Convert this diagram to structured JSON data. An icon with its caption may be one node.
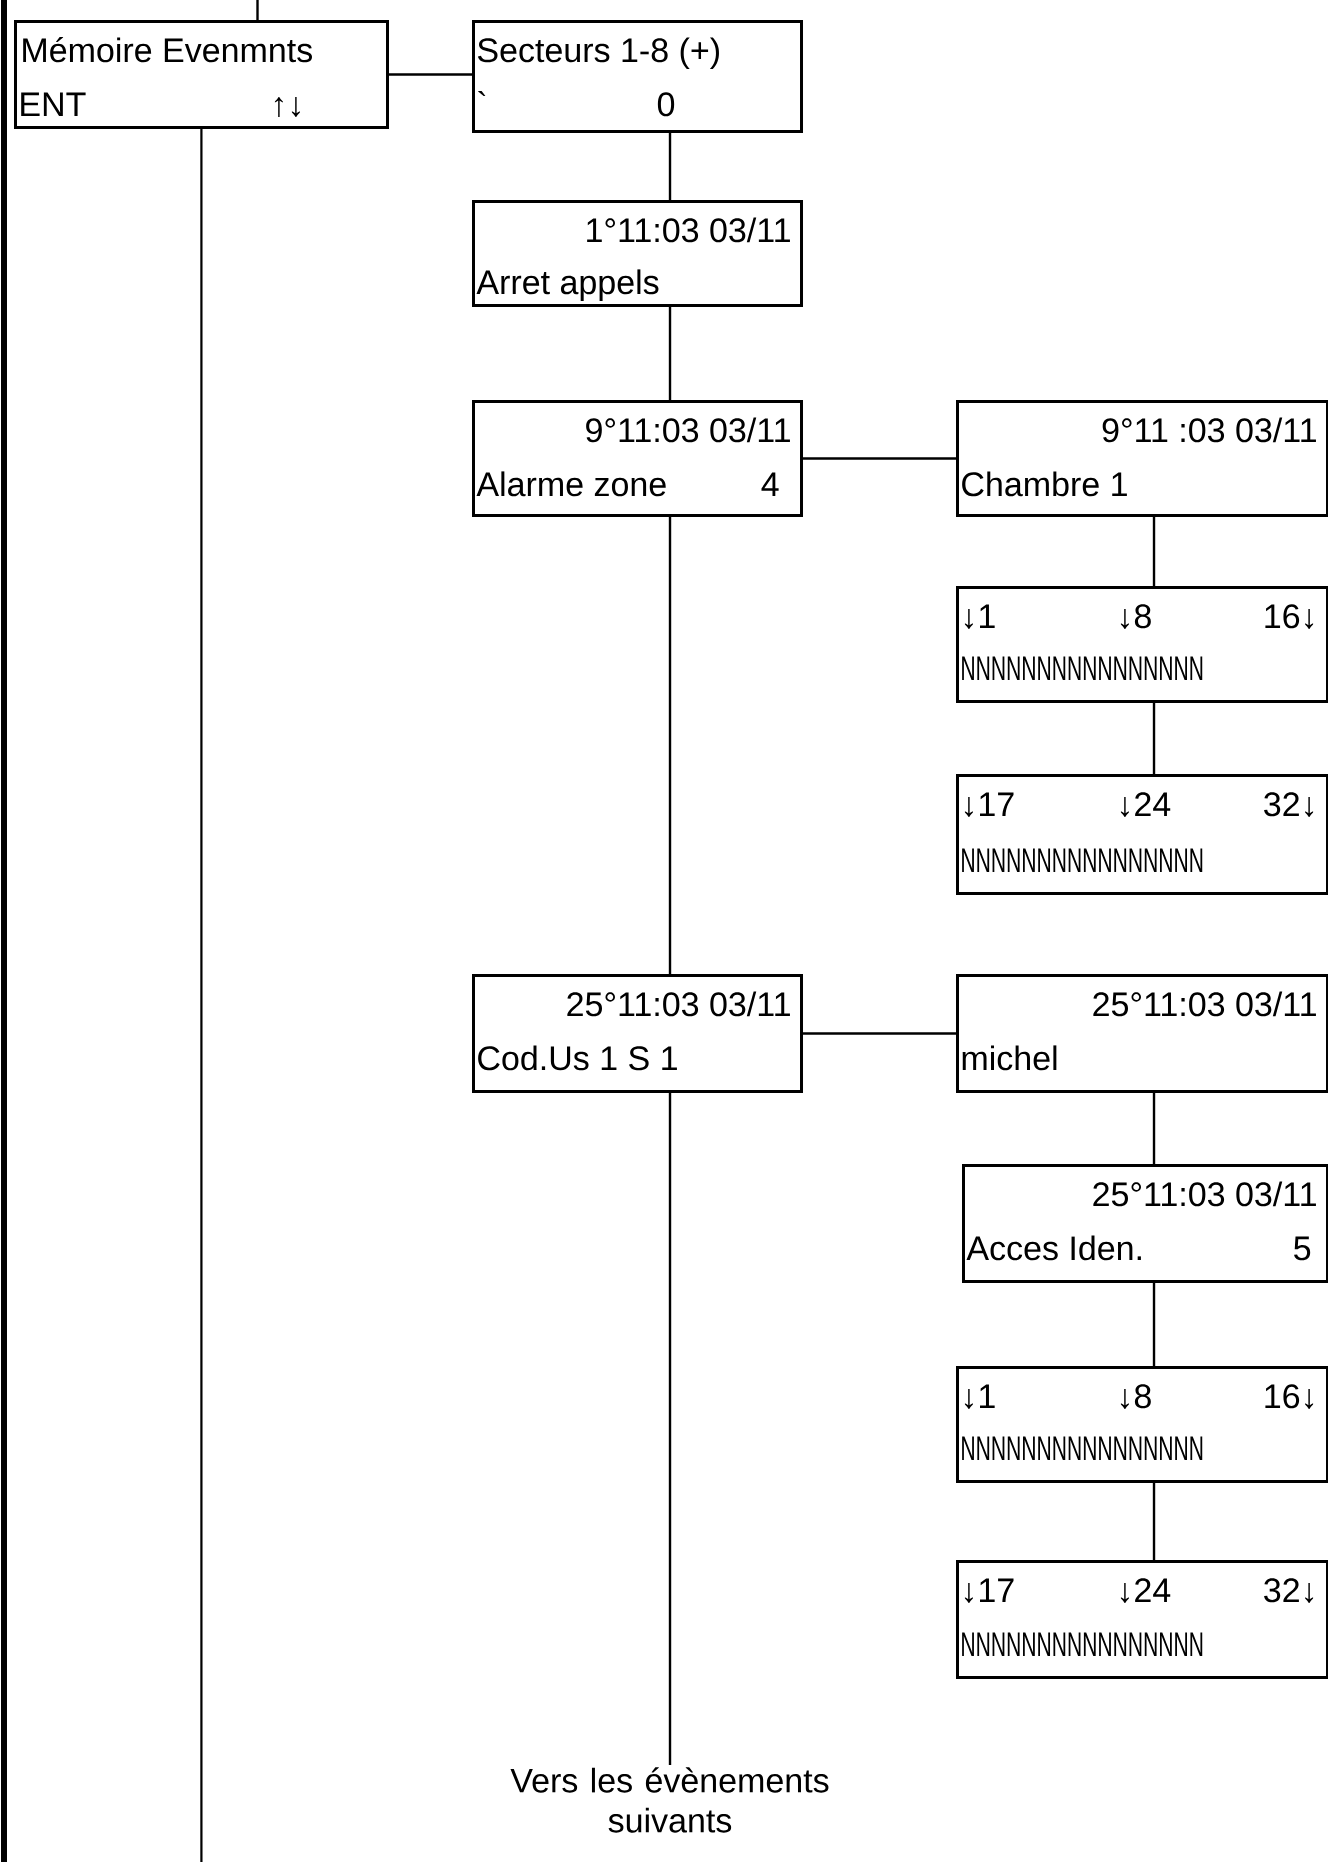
{
  "diagram": {
    "nodes": [
      {
        "text": [
          "Mémoire Evenmnts",
          "ENT",
          "↑↓"
        ]
      },
      {
        "text": [
          "Secteurs 1-8 (+)",
          "`",
          "0"
        ]
      },
      {
        "text": [
          "1°11:03 03/11",
          "Arret appels"
        ]
      },
      {
        "text": [
          "9°11:03 03/11",
          "Alarme zone",
          "4"
        ]
      },
      {
        "text": [
          "9°11 :03 03/11",
          "Chambre 1"
        ]
      },
      {
        "text": [
          "↓1",
          "↓8",
          "16↓",
          "NNNNNNNNNNNNNNNN"
        ]
      },
      {
        "text": [
          "↓17",
          "↓24",
          "32↓",
          "NNNNNNNNNNNNNNNN"
        ]
      },
      {
        "text": [
          "25°11:03 03/11",
          "Cod.Us 1 S 1"
        ]
      },
      {
        "text": [
          "25°11:03 03/11",
          "michel"
        ]
      },
      {
        "text": [
          "25°11:03 03/11",
          "Acces Iden.",
          "5"
        ]
      },
      {
        "text": [
          "↓1",
          "↓8",
          "16↓",
          "NNNNNNNNNNNNNNNN"
        ]
      },
      {
        "text": [
          "↓17",
          "↓24",
          "32↓",
          "NNNNNNNNNNNNNNNN"
        ]
      },
      {
        "text": [
          "Vers les évènements suivants"
        ]
      }
    ],
    "edges": [
      {
        "from": null,
        "to": 0,
        "arrow": "none"
      },
      {
        "from": 0,
        "to": 1,
        "arrow": "none"
      },
      {
        "from": 0,
        "to": null,
        "arrow": "none"
      },
      {
        "from": 1,
        "to": 2,
        "arrow": "none"
      },
      {
        "from": 2,
        "to": 3,
        "arrow": "none"
      },
      {
        "from": 3,
        "to": 4,
        "arrow": "none"
      },
      {
        "from": 4,
        "to": 5,
        "arrow": "none"
      },
      {
        "from": 5,
        "to": 6,
        "arrow": "none"
      },
      {
        "from": 3,
        "to": 7,
        "arrow": "none"
      },
      {
        "from": 7,
        "to": 8,
        "arrow": "none"
      },
      {
        "from": 8,
        "to": 9,
        "arrow": "none"
      },
      {
        "from": 9,
        "to": 10,
        "arrow": "none"
      },
      {
        "from": 10,
        "to": 11,
        "arrow": "none"
      },
      {
        "from": 7,
        "to": 12,
        "arrow": "none"
      }
    ]
  }
}
